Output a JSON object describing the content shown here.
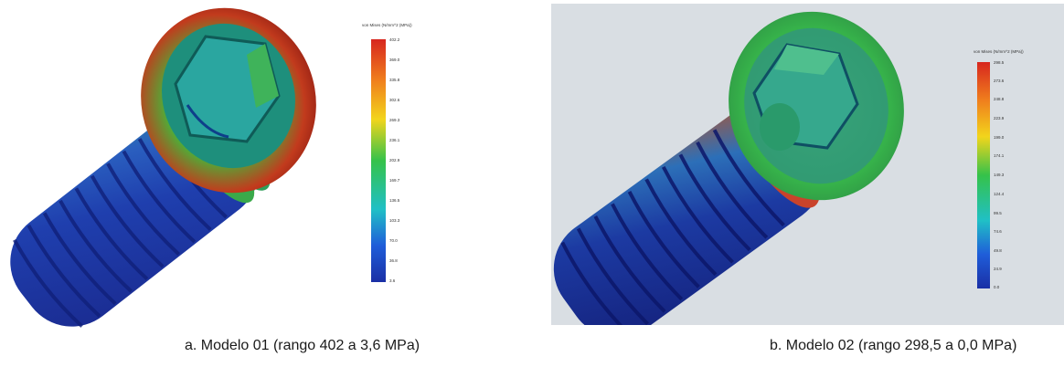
{
  "figures": [
    {
      "id": "a",
      "caption": "a. Modelo 01 (rango 402 a 3,6 MPa)",
      "legend_title": "von Mises (N/mm^2 (MPa))",
      "ticks": [
        "402.2",
        "369.0",
        "335.8",
        "302.6",
        "269.3",
        "236.1",
        "202.9",
        "169.7",
        "136.5",
        "103.3",
        "70.0",
        "36.8",
        "3.6"
      ]
    },
    {
      "id": "b",
      "caption": "b. Modelo 02 (rango 298,5 a 0,0 MPa)",
      "legend_title": "von Mises (N/mm^2 (MPa))",
      "ticks": [
        "298.5",
        "273.6",
        "248.8",
        "223.9",
        "199.0",
        "174.1",
        "149.3",
        "124.4",
        "99.5",
        "74.6",
        "49.8",
        "24.9",
        "0.0"
      ]
    }
  ],
  "colorscale": [
    "#d7261e",
    "#f07f1d",
    "#f2d51c",
    "#35c24a",
    "#20c0c6",
    "#1f5dd9",
    "#1a2fa5"
  ]
}
